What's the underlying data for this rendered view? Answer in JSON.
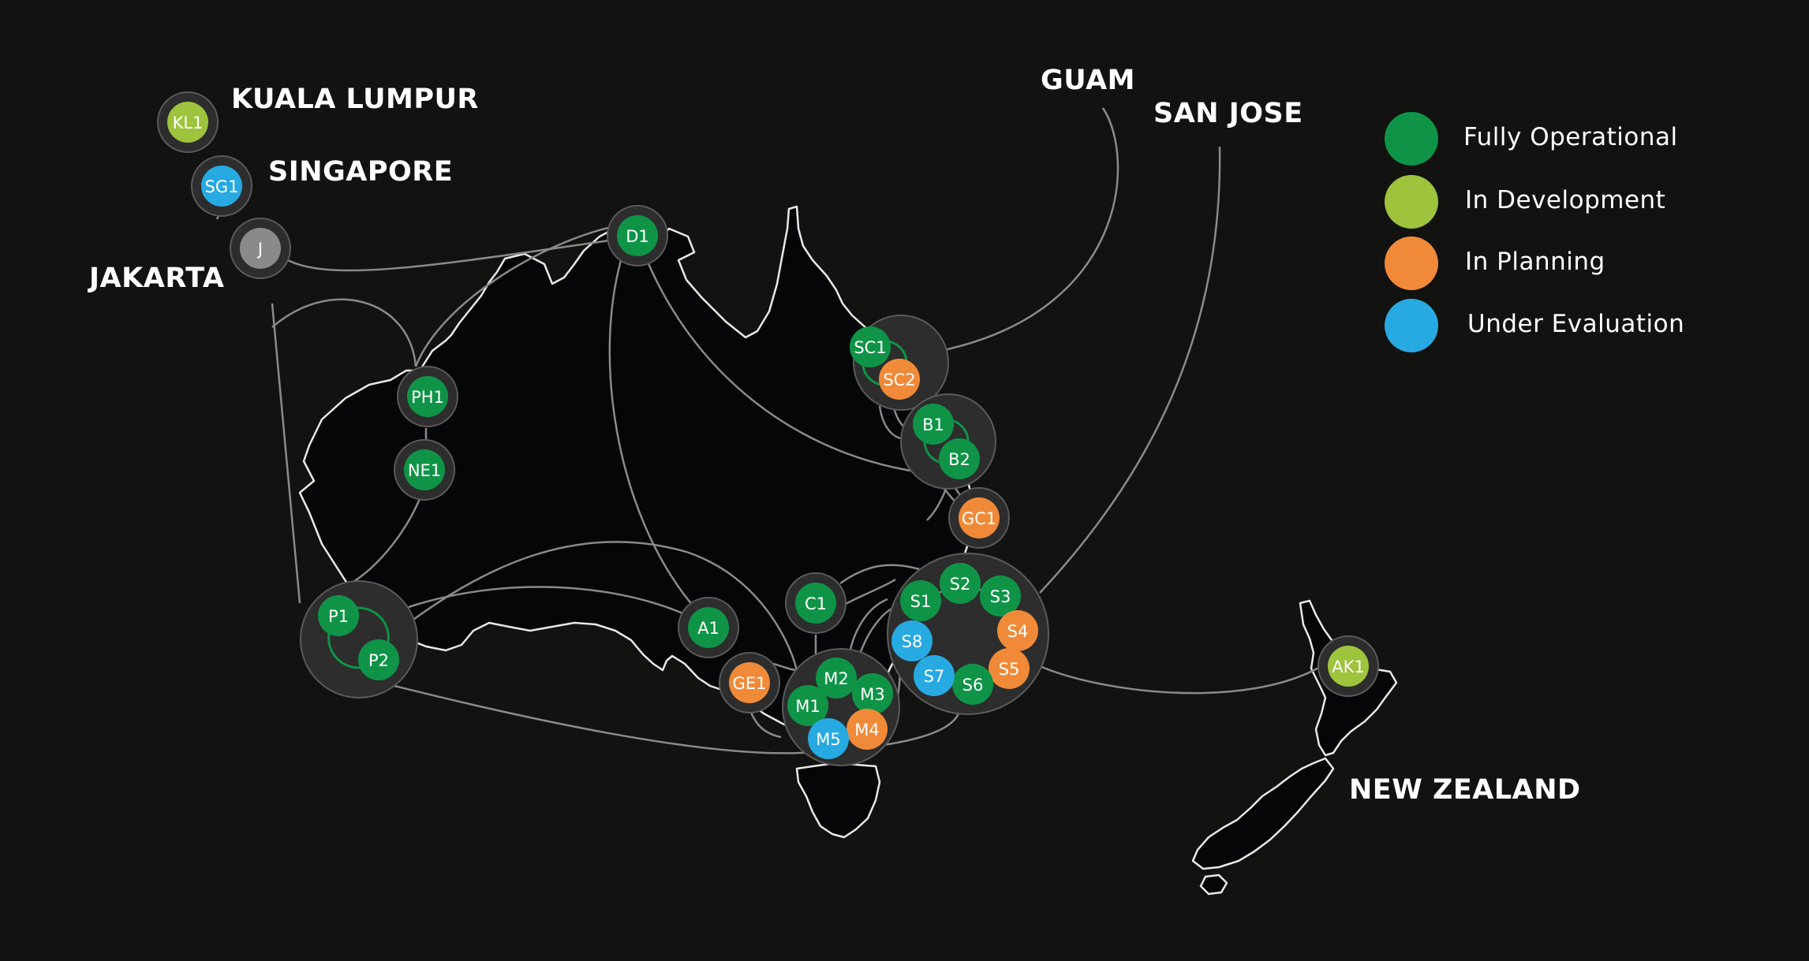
{
  "regions": {
    "kuala_lumpur": "KUALA LUMPUR",
    "singapore": "SINGAPORE",
    "jakarta": "JAKARTA",
    "guam": "GUAM",
    "san_jose": "SAN JOSE",
    "new_zealand": "NEW ZEALAND"
  },
  "colors": {
    "fully_operational": "#0f9447",
    "in_development": "#9ec33c",
    "in_planning": "#f08a38",
    "under_evaluation": "#27a9e1",
    "hub": "#8a8a8a",
    "background": "#121210",
    "land": "#050607"
  },
  "legend": [
    {
      "label": "Fully Operational",
      "status": "fully_operational"
    },
    {
      "label": "In Development",
      "status": "in_development"
    },
    {
      "label": "In Planning",
      "status": "in_planning"
    },
    {
      "label": "Under Evaluation",
      "status": "under_evaluation"
    }
  ],
  "nodes": [
    {
      "id": "KL1",
      "status": "in_development"
    },
    {
      "id": "SG1",
      "status": "under_evaluation"
    },
    {
      "id": "J",
      "status": "hub"
    },
    {
      "id": "D1",
      "status": "fully_operational"
    },
    {
      "id": "PH1",
      "status": "fully_operational"
    },
    {
      "id": "NE1",
      "status": "fully_operational"
    },
    {
      "id": "P1",
      "status": "fully_operational"
    },
    {
      "id": "P2",
      "status": "fully_operational"
    },
    {
      "id": "SC1",
      "status": "fully_operational"
    },
    {
      "id": "SC2",
      "status": "in_planning"
    },
    {
      "id": "B1",
      "status": "fully_operational"
    },
    {
      "id": "B2",
      "status": "fully_operational"
    },
    {
      "id": "GC1",
      "status": "in_planning"
    },
    {
      "id": "A1",
      "status": "fully_operational"
    },
    {
      "id": "GE1",
      "status": "in_planning"
    },
    {
      "id": "C1",
      "status": "fully_operational"
    },
    {
      "id": "M1",
      "status": "fully_operational"
    },
    {
      "id": "M2",
      "status": "fully_operational"
    },
    {
      "id": "M3",
      "status": "fully_operational"
    },
    {
      "id": "M4",
      "status": "in_planning"
    },
    {
      "id": "M5",
      "status": "under_evaluation"
    },
    {
      "id": "S1",
      "status": "fully_operational"
    },
    {
      "id": "S2",
      "status": "fully_operational"
    },
    {
      "id": "S3",
      "status": "fully_operational"
    },
    {
      "id": "S4",
      "status": "in_planning"
    },
    {
      "id": "S5",
      "status": "in_planning"
    },
    {
      "id": "S6",
      "status": "fully_operational"
    },
    {
      "id": "S7",
      "status": "under_evaluation"
    },
    {
      "id": "S8",
      "status": "under_evaluation"
    },
    {
      "id": "AK1",
      "status": "in_development"
    }
  ]
}
